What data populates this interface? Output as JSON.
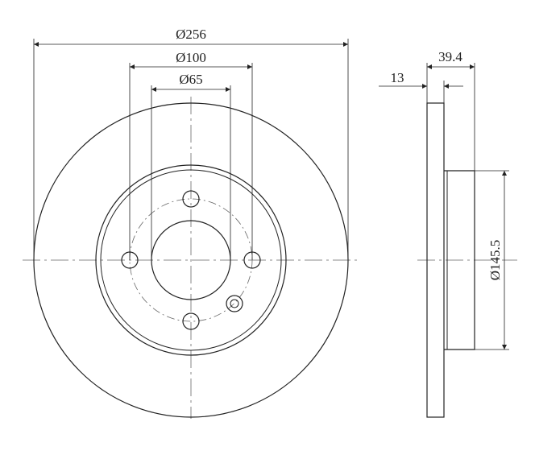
{
  "dimensions": {
    "outer_diameter": "Ø256",
    "bolt_circle_diameter": "Ø100",
    "center_bore_diameter": "Ø65",
    "total_height": "39.4",
    "disc_thickness": "13",
    "hat_diameter": "Ø145.5"
  },
  "colors": {
    "line": "#222222",
    "center_line": "#666666",
    "background": "#ffffff"
  }
}
